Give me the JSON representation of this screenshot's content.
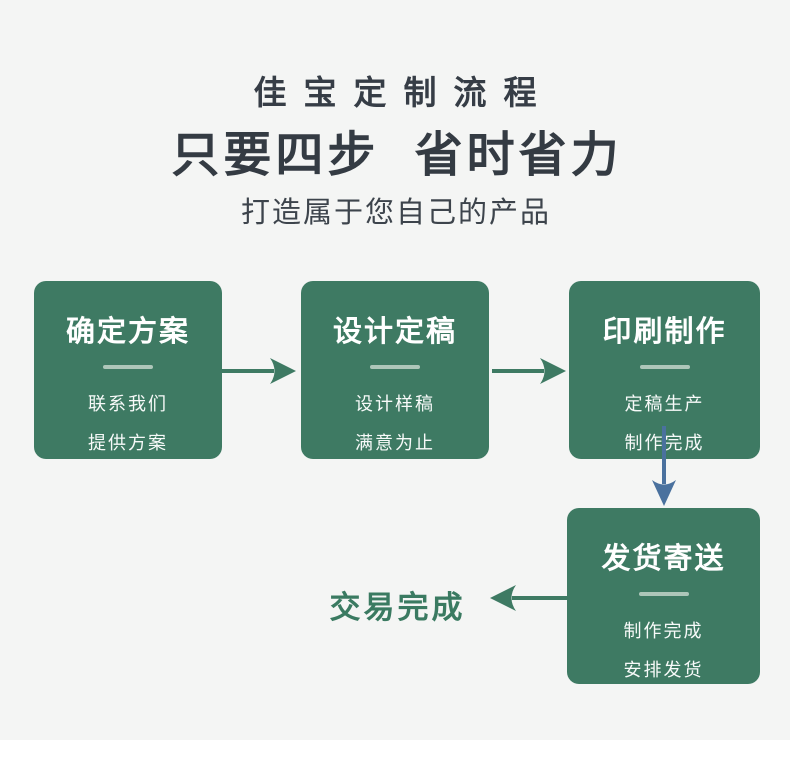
{
  "header": {
    "eyebrow": "佳宝定制流程",
    "title": "只要四步 省时省力",
    "subtitle": "打造属于您自己的产品"
  },
  "steps": [
    {
      "title": "确定方案",
      "lines": [
        "联系我们",
        "提供方案"
      ]
    },
    {
      "title": "设计定稿",
      "lines": [
        "设计样稿",
        "满意为止"
      ]
    },
    {
      "title": "印刷制作",
      "lines": [
        "定稿生产",
        "制作完成"
      ]
    },
    {
      "title": "发货寄送",
      "lines": [
        "制作完成",
        "安排发货"
      ]
    }
  ],
  "result_label": "交易完成",
  "icons": {
    "step1_to_step2": "arrow-right-icon",
    "step2_to_step3": "arrow-right-icon",
    "step3_to_step4": "arrow-down-icon",
    "step4_to_result": "arrow-left-icon"
  },
  "colors": {
    "background": "#f4f5f4",
    "box_green": "#3e7a63",
    "arrow_green": "#3e7a63",
    "arrow_blue": "#4a719e",
    "divider_light": "#adc6b9",
    "heading_dark": "#363d46",
    "result_green": "#3a7a61",
    "box_text": "#ffffff"
  }
}
